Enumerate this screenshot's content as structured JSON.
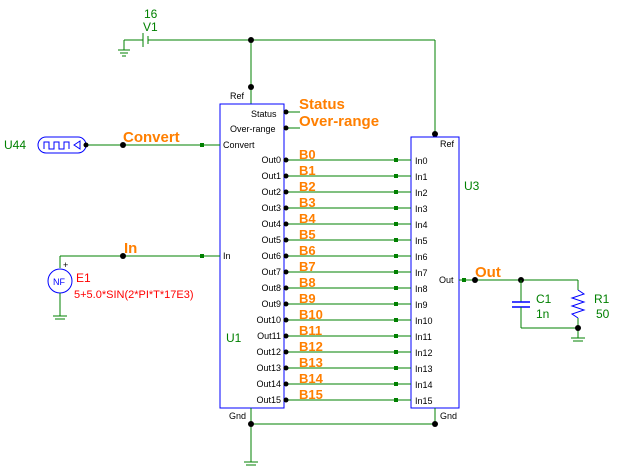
{
  "components": {
    "v1": {
      "name": "V1",
      "value": "16"
    },
    "u1": {
      "name": "U1"
    },
    "u3": {
      "name": "U3"
    },
    "u44": {
      "name": "U44"
    },
    "e1": {
      "name": "E1",
      "expr": "5+5.0*SIN(2*PI*T*17E3)",
      "symbol": "NF",
      "plus": "+"
    },
    "c1": {
      "name": "C1",
      "value": "1n"
    },
    "r1": {
      "name": "R1",
      "value": "50"
    }
  },
  "u1_pins": {
    "ref": "Ref",
    "status": "Status",
    "overrange": "Over-range",
    "convert": "Convert",
    "in": "In",
    "gnd": "Gnd",
    "outs": [
      "Out0",
      "Out1",
      "Out2",
      "Out3",
      "Out4",
      "Out5",
      "Out6",
      "Out7",
      "Out8",
      "Out9",
      "Out10",
      "Out11",
      "Out12",
      "Out13",
      "Out14",
      "Out15"
    ]
  },
  "u3_pins": {
    "ref": "Ref",
    "out": "Out",
    "gnd": "Gnd",
    "ins": [
      "In0",
      "In1",
      "In2",
      "In3",
      "In4",
      "In5",
      "In6",
      "In7",
      "In8",
      "In9",
      "In10",
      "In11",
      "In12",
      "In13",
      "In14",
      "In15"
    ]
  },
  "nets": {
    "status": "Status",
    "overrange": "Over-range",
    "convert": "Convert",
    "in": "In",
    "out": "Out",
    "bits": [
      "B0",
      "B1",
      "B2",
      "B3",
      "B4",
      "B5",
      "B6",
      "B7",
      "B8",
      "B9",
      "B10",
      "B11",
      "B12",
      "B13",
      "B14",
      "B15"
    ]
  },
  "colors": {
    "wire": "#008000",
    "box": "#0000ff",
    "net_label": "#ff7f00",
    "expr": "#ff0000"
  }
}
